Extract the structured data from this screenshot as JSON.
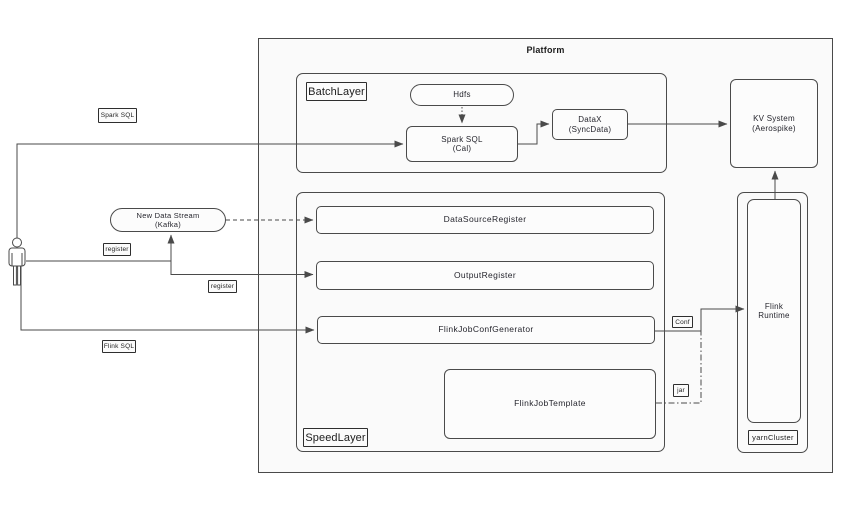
{
  "colors": {
    "stroke": "#4a4a4a",
    "text": "#222222",
    "platform_fill": "#fafafa",
    "node_fill": "#fcfcfc",
    "background": "#ffffff"
  },
  "platform": {
    "title": "Platform"
  },
  "batch_layer": {
    "label": "BatchLayer",
    "nodes": {
      "hdfs": {
        "label": "Hdfs"
      },
      "spark_sql": {
        "line1": "Spark SQL",
        "line2": "(Cal)"
      },
      "datax": {
        "line1": "DataX",
        "line2": "(SyncData)"
      }
    }
  },
  "kv_system": {
    "line1": "KV System",
    "line2": "(Aerospike)"
  },
  "speed_layer": {
    "label": "SpeedLayer",
    "nodes": {
      "data_source_register": {
        "label": "DataSourceRegister"
      },
      "output_register": {
        "label": "OutputRegister"
      },
      "flink_job_conf_generator": {
        "label": "FlinkJobConfGenerator"
      },
      "flink_job_template": {
        "label": "FlinkJobTemplate"
      }
    }
  },
  "yarn_cluster": {
    "label": "yarnCluster",
    "flink_runtime": {
      "line1": "Flink",
      "line2": "Runtime"
    }
  },
  "kafka_stream": {
    "line1": "New Data Stream",
    "line2": "(Kafka)"
  },
  "edge_labels": {
    "spark_sql": "Spark SQL",
    "register_kafka": "register",
    "register_output": "register",
    "flink_sql": "Flink SQL",
    "conf": "Conf",
    "jar": "jar"
  }
}
